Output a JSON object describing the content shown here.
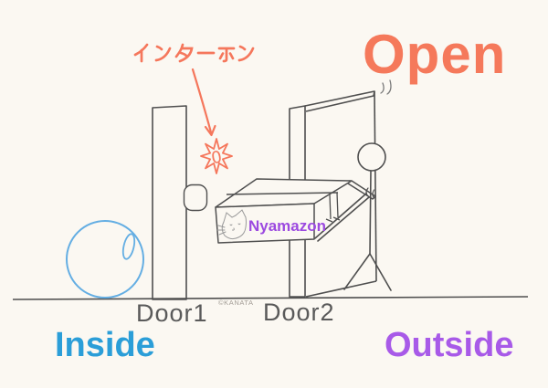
{
  "canvas": {
    "background_color": "#fbf8f2",
    "line_color": "#4f4f4f"
  },
  "labels": {
    "intercom": {
      "text": "インターホン",
      "color": "#f5775c"
    },
    "open": {
      "text": "Open",
      "color": "#f5795b"
    },
    "inside": {
      "text": "Inside",
      "color": "#2b9ed8"
    },
    "outside": {
      "text": "Outside",
      "color": "#a85ae8"
    },
    "door1": {
      "text": "Door1",
      "color": "#5a5a5a"
    },
    "door2": {
      "text": "Door2",
      "color": "#5a5a5a"
    },
    "watermark": {
      "text": "©KANATA",
      "color": "#a39d96"
    },
    "package_brand": {
      "text": "Nyamazon",
      "color": "#9c4ae0"
    },
    "chime_symbol": {
      "text": "0",
      "color": "#f5775c"
    }
  },
  "scene": {
    "elements": [
      {
        "name": "doorbell-chime-starburst",
        "color": "#f5775c"
      },
      {
        "name": "arrow-to-doorbell",
        "color": "#f5775c"
      },
      {
        "name": "door1-closed-with-handle",
        "color": "#4f4f4f"
      },
      {
        "name": "door2-open-panel",
        "color": "#4f4f4f"
      },
      {
        "name": "delivery-person-stick-figure",
        "color": "#4f4f4f"
      },
      {
        "name": "cardboard-box-with-cat-logo",
        "color": "#4f4f4f"
      },
      {
        "name": "blue-ball-inside",
        "color": "#64aee3"
      },
      {
        "name": "ground-line",
        "color": "#4f4f4f"
      }
    ]
  }
}
